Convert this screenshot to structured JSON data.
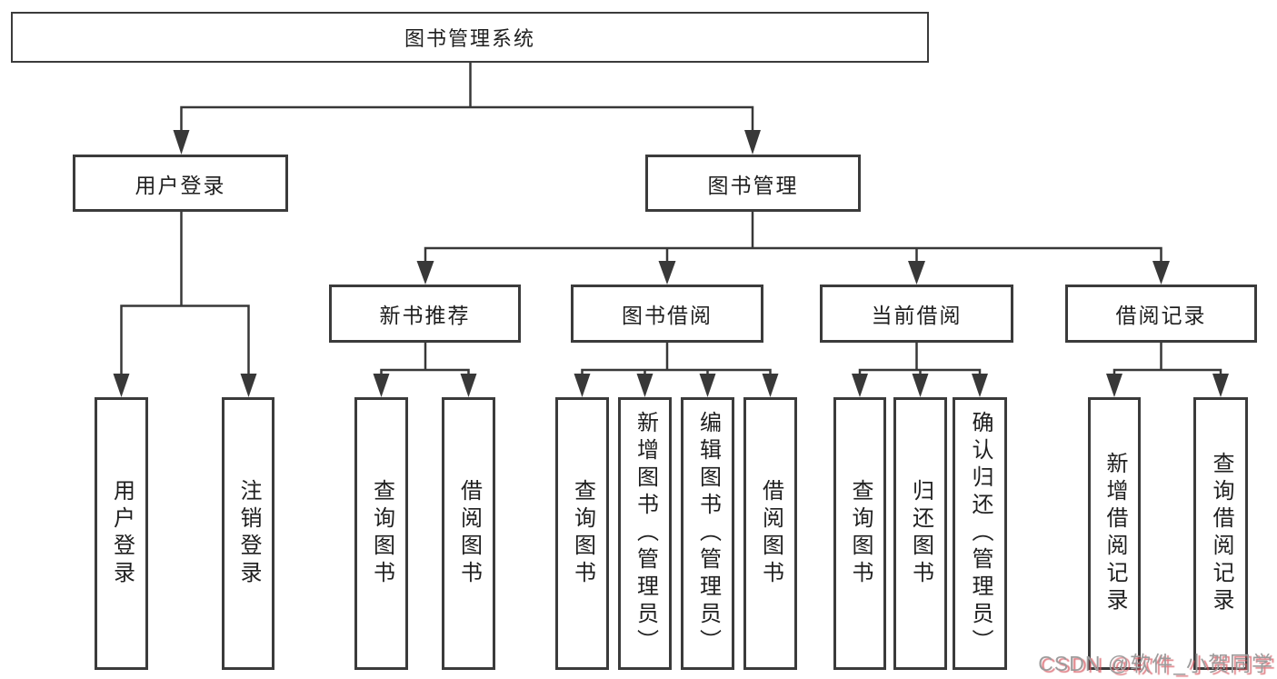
{
  "nodes": {
    "root": "图书管理系统",
    "level2": {
      "user_login": "用户登录",
      "book_mgmt": "图书管理"
    },
    "level3": {
      "new_books": "新书推荐",
      "borrowing": "图书借阅",
      "current": "当前借阅",
      "records": "借阅记录"
    },
    "leaves": {
      "ul_login": "用户登录",
      "ul_logout": "注销登录",
      "nb_query": "查询图书",
      "nb_borrow": "借阅图书",
      "bw_query": "查询图书",
      "bw_add": "新增图书（管理员）",
      "bw_edit": "编辑图书（管理员）",
      "bw_borrow": "借阅图书",
      "cur_query": "查询图书",
      "cur_return": "归还图书",
      "cur_confirm": "确认归还（管理员）",
      "rec_add": "新增借阅记录",
      "rec_query": "查询借阅记录"
    }
  },
  "watermark": "CSDN @软件_小贺同学",
  "colors": {
    "line": "#383838",
    "border": "#3b3b3b",
    "text": "#1f1f1f",
    "watermark_gray": "#9c9c9c",
    "watermark_red": "#d6545e",
    "background": "#ffffff"
  }
}
